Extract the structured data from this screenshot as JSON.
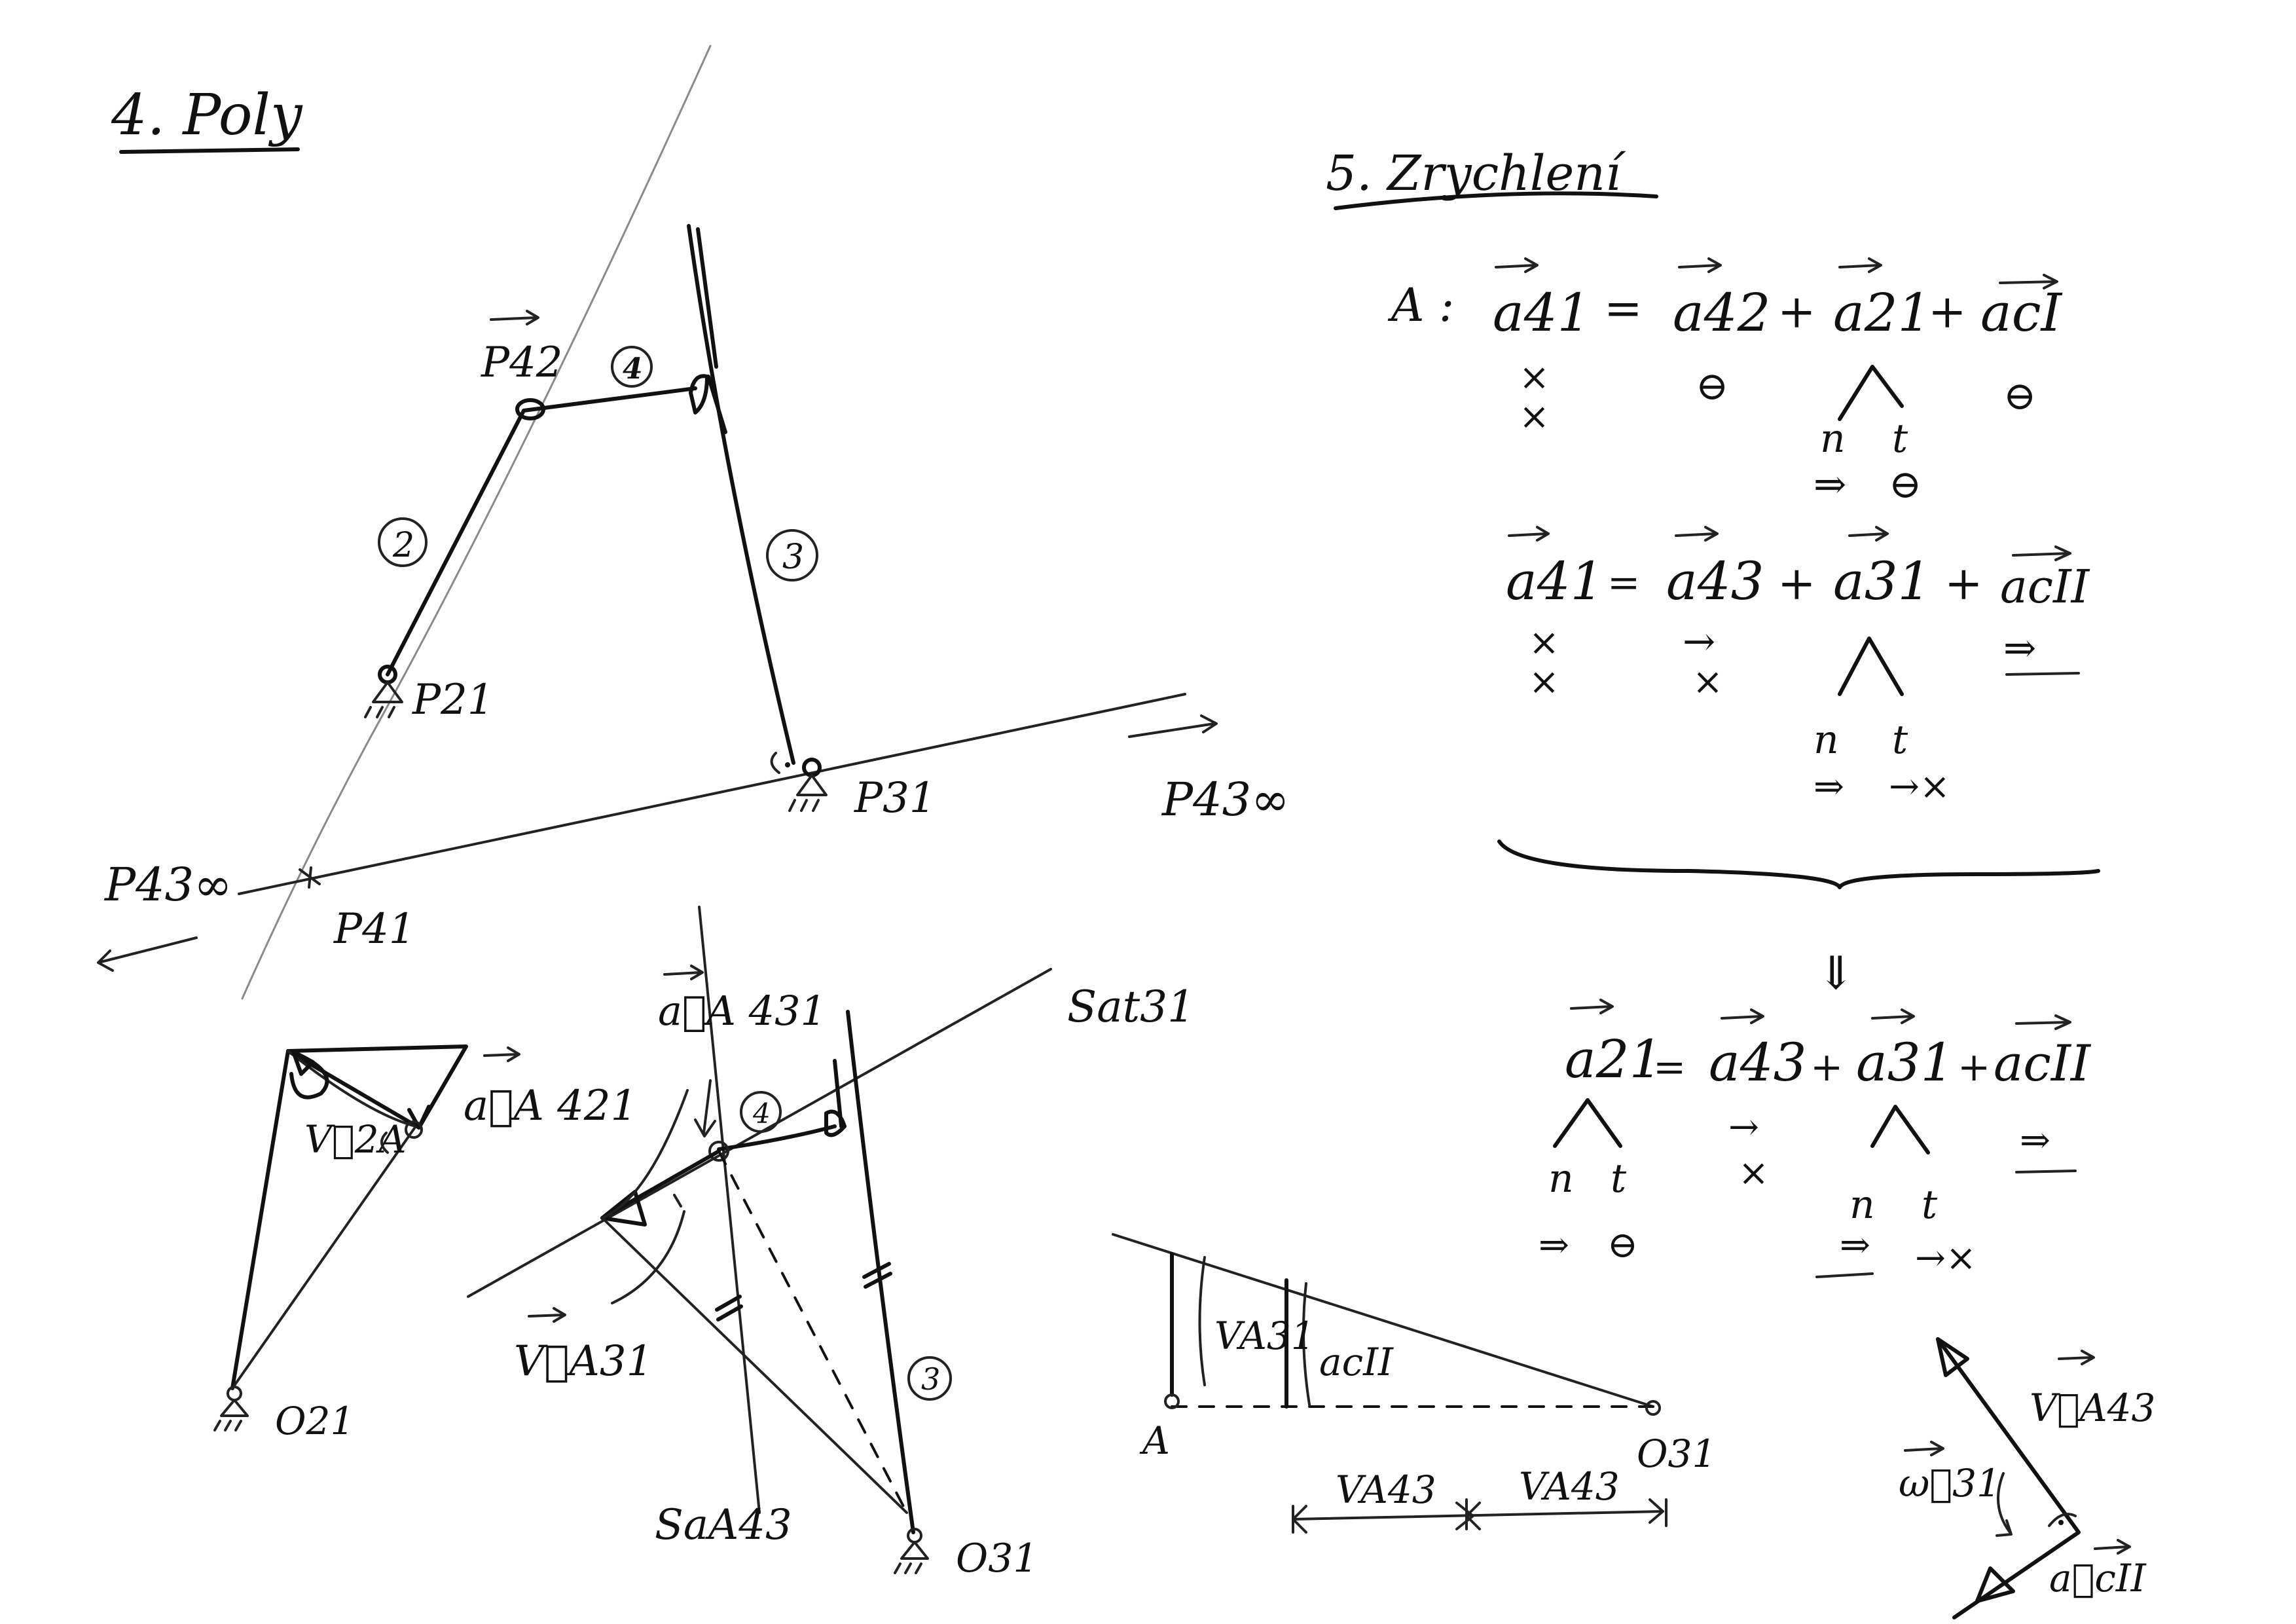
{
  "section4": {
    "title": "4. Poly"
  },
  "section5": {
    "title": "5. Zrychlení"
  },
  "poles": {
    "p42": "P42",
    "p21": "P21",
    "p31": "P31",
    "p41": "P41",
    "p43_right": "P43∞",
    "p43_left": "P43∞"
  },
  "links": {
    "l2": "2",
    "l3": "3",
    "l4": "4",
    "l4b": "4",
    "l3b": "3"
  },
  "equations": {
    "eq1": {
      "point": "A :",
      "lhs": "a41",
      "t1": "a42",
      "t2": "a21",
      "t3": "acI",
      "m_lhs": "×",
      "m_lhs2": "×",
      "m_t1": "⊖",
      "m_t3": "⊖",
      "n": "n",
      "t": "t",
      "m_n": "⇒",
      "m_t": "⊖"
    },
    "eq2": {
      "lhs": "a41",
      "t1": "a43",
      "t2": "a31",
      "t3": "acII",
      "m_lhs": "×",
      "m_lhs2": "×",
      "m_t1": "→",
      "m_t1b": "×",
      "m_t3": "⇒",
      "n": "n",
      "t": "t",
      "m_n": "⇒",
      "m_t": "→×"
    },
    "implies": "⇓",
    "eq3": {
      "lhs": "a21",
      "t1": "a43",
      "t2": "a31",
      "t3": "acII",
      "n1": "n",
      "t1_": "t",
      "m_n1": "⇒",
      "m_t1": "⊖",
      "m_a43": "→",
      "m_a43b": "×",
      "n2": "n",
      "t2_": "t",
      "m_n2": "⇒",
      "m_t2": "→×",
      "m_ac": "⇒"
    }
  },
  "bottom": {
    "a_label": "a⃗A 421",
    "v_label": "V⃗2A",
    "o21": "O21",
    "a43_label": "a⃗A 431",
    "sat31": "Sat31",
    "v31": "V⃗A31",
    "sa43": "SaA43",
    "o31": "O31",
    "v31_seg": "VA31",
    "ac_seg": "acII",
    "pt_a": "A",
    "o31_right": "O31",
    "v43_1": "VA43",
    "v43_2": "VA43",
    "v43_vec": "V⃗A43",
    "w31": "ω⃗31",
    "ac_vec": "a⃗cII"
  }
}
